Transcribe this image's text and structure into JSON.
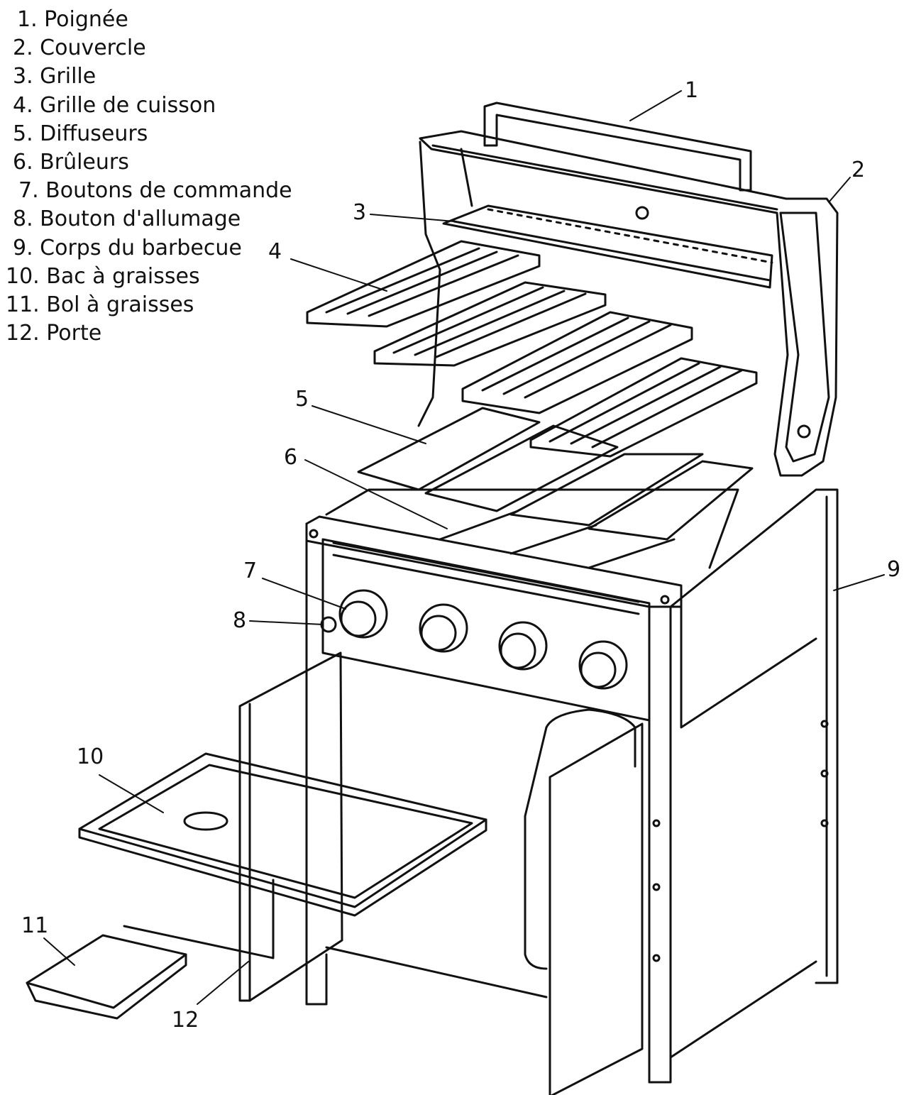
{
  "legend": [
    {
      "number": "1",
      "label": "1. Poignée"
    },
    {
      "number": "2",
      "label": "2. Couvercle"
    },
    {
      "number": "3",
      "label": "3. Grille"
    },
    {
      "number": "4",
      "label": "4. Grille de cuisson"
    },
    {
      "number": "5",
      "label": "5. Diffuseurs"
    },
    {
      "number": "6",
      "label": "6. Brûleurs"
    },
    {
      "number": "7",
      "label": "7. Boutons de commande"
    },
    {
      "number": "8",
      "label": "8. Bouton d'allumage"
    },
    {
      "number": "9",
      "label": "9. Corps du barbecue"
    },
    {
      "number": "10",
      "label": "10. Bac à graisses"
    },
    {
      "number": "11",
      "label": "11. Bol à graisses"
    },
    {
      "number": "12",
      "label": "12. Porte"
    }
  ],
  "callouts": {
    "c1": "1",
    "c2": "2",
    "c3": "3",
    "c4": "4",
    "c5": "5",
    "c6": "6",
    "c7": "7",
    "c8": "8",
    "c9": "9",
    "c10": "10",
    "c11": "11",
    "c12": "12"
  },
  "colors": {
    "line": "#111111",
    "background": "#ffffff"
  }
}
